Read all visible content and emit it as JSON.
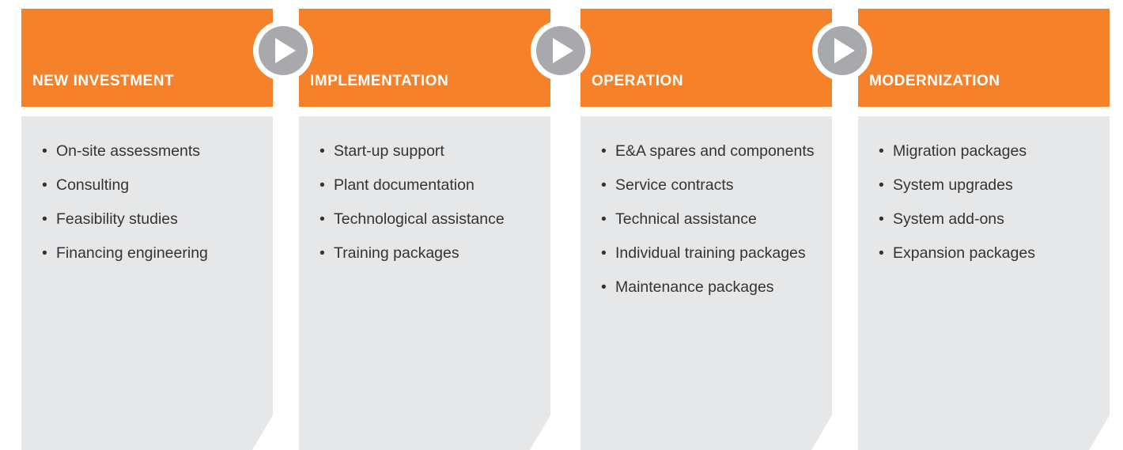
{
  "colors": {
    "header_orange": "#f5822a",
    "body_gray": "#e6e7e8",
    "icon_gray": "#a7a9ac",
    "text": "#333333"
  },
  "stages": [
    {
      "title": "NEW INVESTMENT",
      "items": [
        "On-site assessments",
        "Consulting",
        "Feasibility studies",
        "Financing engineering"
      ]
    },
    {
      "title": "IMPLEMENTATION",
      "items": [
        "Start-up support",
        "Plant documentation",
        "Technological assistance",
        "Training packages"
      ]
    },
    {
      "title": "OPERATION",
      "items": [
        "E&A spares and components",
        "Service contracts",
        "Technical assistance",
        "Individual training packages",
        "Maintenance packages"
      ]
    },
    {
      "title": "MODERNIZATION",
      "items": [
        "Migration packages",
        "System upgrades",
        "System add-ons",
        "Expansion packages"
      ]
    }
  ],
  "icons": [
    "play-arrow-icon",
    "play-arrow-icon",
    "play-arrow-icon"
  ]
}
